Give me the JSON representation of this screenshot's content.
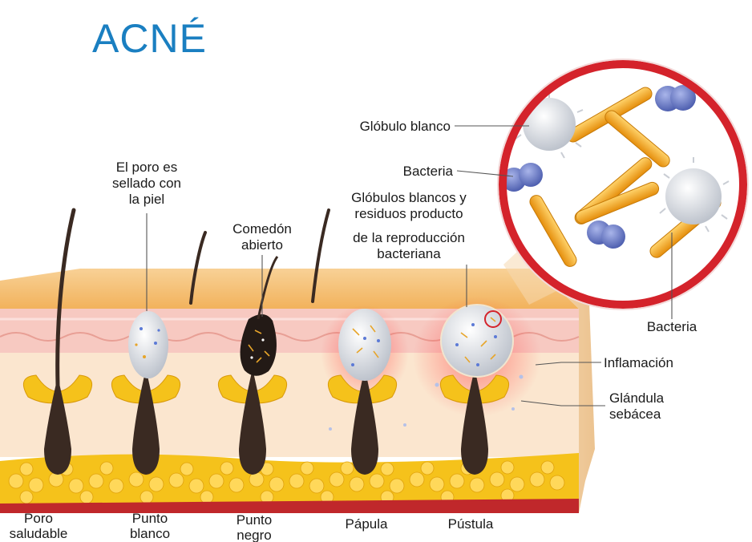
{
  "title": "ACNÉ",
  "labels": {
    "poro_sellado": [
      "El poro es",
      "sellado con",
      "la piel"
    ],
    "comedon_abierto": [
      "Comedón",
      "abierto"
    ],
    "globulos_residuos": [
      "Glóbulos blancos y",
      "residuos producto",
      "de la reproducción",
      "bacteriana"
    ],
    "globulo_blanco": "Glóbulo blanco",
    "bacteria_1": "Bacteria",
    "bacteria_2": "Bacteria",
    "inflamacion": "Inflamación",
    "glandula_sebacea": [
      "Glándula",
      "sebácea"
    ]
  },
  "stages": [
    {
      "lines": [
        "Poro",
        "saludable"
      ]
    },
    {
      "lines": [
        "Punto",
        "blanco"
      ]
    },
    {
      "lines": [
        "Punto",
        "negro"
      ]
    },
    {
      "lines": [
        "Pápula"
      ]
    },
    {
      "lines": [
        "Pústula"
      ]
    }
  ],
  "colors": {
    "title": "#1a7fc1",
    "skin_top": "#f6c27c",
    "dermis": "#fbe3c8",
    "epidermis_pink": "#f7c9c1",
    "fat": "#f5c21b",
    "muscle": "#c0282b",
    "hair": "#3a2a22",
    "magnifier_ring": "#d4232b",
    "bacteria_rod": "#f2a81e",
    "bacteria_cocci": "#6d7fc7"
  }
}
